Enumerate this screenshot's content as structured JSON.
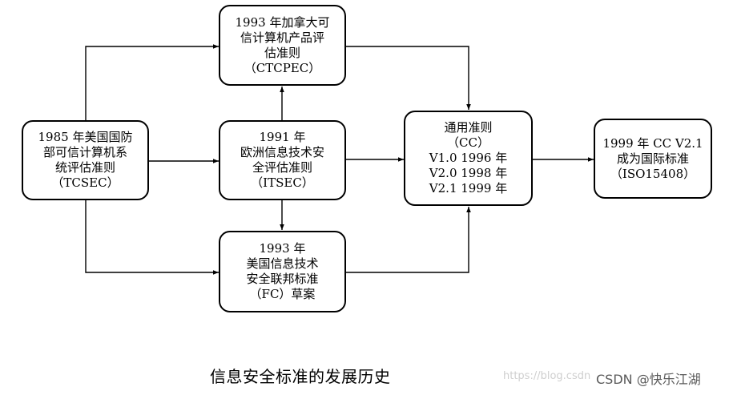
{
  "diagram": {
    "nodes": {
      "tcsec": {
        "lines": [
          "1985 年美国国防",
          "部可信计算机系",
          "统评估准则",
          "（TCSEC）"
        ]
      },
      "ctcpec": {
        "lines": [
          "1993 年加拿大可",
          "信计算机产品评",
          "估准则",
          "（CTCPEC）"
        ]
      },
      "itsec": {
        "lines": [
          "1991 年",
          "欧洲信息技术安",
          "全评估准则",
          "（ITSEC）"
        ]
      },
      "fc": {
        "lines": [
          "1993 年",
          "美国信息技术",
          "安全联邦标准",
          "（FC）草案"
        ]
      },
      "cc": {
        "lines": [
          "通用准则",
          "（CC）",
          "V1.0 1996 年",
          "V2.0 1998 年",
          "V2.1 1999 年"
        ]
      },
      "iso": {
        "lines": [
          "1999 年 CC V2.1",
          "成为国际标准",
          "（ISO15408）"
        ]
      }
    },
    "edges": [
      {
        "from": "tcsec",
        "to": "ctcpec"
      },
      {
        "from": "tcsec",
        "to": "itsec"
      },
      {
        "from": "tcsec",
        "to": "fc"
      },
      {
        "from": "itsec",
        "to": "ctcpec"
      },
      {
        "from": "itsec",
        "to": "fc"
      },
      {
        "from": "itsec",
        "to": "cc"
      },
      {
        "from": "ctcpec",
        "to": "cc"
      },
      {
        "from": "fc",
        "to": "cc"
      },
      {
        "from": "cc",
        "to": "iso"
      }
    ]
  },
  "caption": "信息安全标准的发展历史",
  "watermark": {
    "url": "https://blog.csdn",
    "brand": "CSDN @快乐江湖"
  }
}
